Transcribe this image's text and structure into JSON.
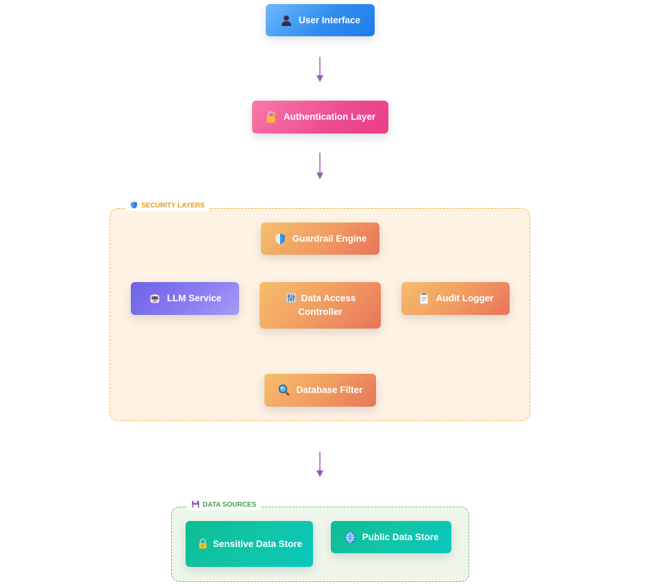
{
  "nodes": {
    "user_interface": {
      "label": "User Interface",
      "icon": "user-icon"
    },
    "authentication_layer": {
      "label": "Authentication Layer",
      "icon": "lock-key-icon"
    },
    "guardrail_engine": {
      "label": "Guardrail Engine",
      "icon": "shield-icon"
    },
    "llm_service": {
      "label": "LLM Service",
      "icon": "robot-icon"
    },
    "data_access_controller": {
      "label": "Data Access Controller",
      "icon": "control-knobs-icon"
    },
    "audit_logger": {
      "label": "Audit Logger",
      "icon": "clipboard-icon"
    },
    "database_filter": {
      "label": "Database Filter",
      "icon": "magnifier-icon"
    },
    "sensitive_data_store": {
      "label": "Sensitive Data Store",
      "icon": "padlock-icon"
    },
    "public_data_store": {
      "label": "Public Data Store",
      "icon": "globe-icon"
    }
  },
  "groups": {
    "security_layers": {
      "label": "SECURITY LAYERS",
      "icon": "shield-icon",
      "border_color": "#f3b23a"
    },
    "data_sources": {
      "label": "DATA SOURCES",
      "icon": "floppy-disk-icon",
      "border_color": "#5cbf60"
    }
  },
  "colors": {
    "arrow": "#9b59b6",
    "user_interface": "#2f8df0",
    "authentication_layer": "#ee4b90",
    "security_nodes": "#f09a60",
    "llm_service": "#7b6ff0",
    "data_stores": "#10c5a8"
  }
}
